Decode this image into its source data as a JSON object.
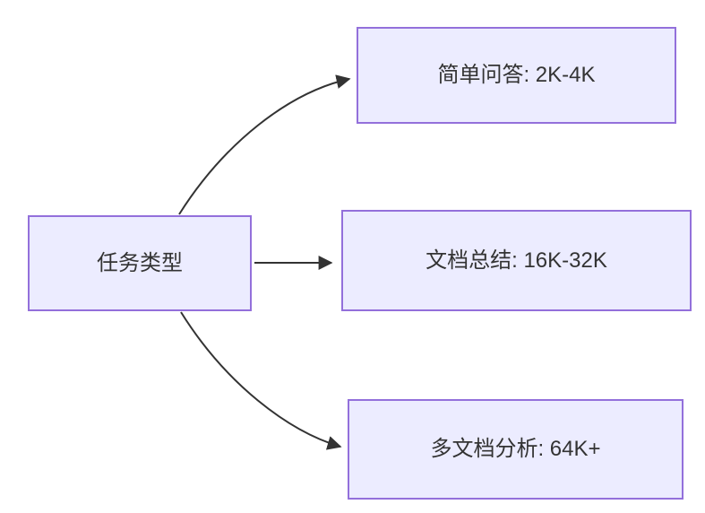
{
  "diagram": {
    "type": "flowchart",
    "direction": "left-to-right",
    "root": {
      "label": "任务类型"
    },
    "branches": [
      {
        "label": "简单问答: 2K-4K"
      },
      {
        "label": "文档总结: 16K-32K"
      },
      {
        "label": "多文档分析: 64K+"
      }
    ],
    "edges": [
      {
        "from": "任务类型",
        "to": "简单问答: 2K-4K"
      },
      {
        "from": "任务类型",
        "to": "文档总结: 16K-32K"
      },
      {
        "from": "任务类型",
        "to": "多文档分析: 64K+"
      }
    ],
    "colors": {
      "node_fill": "#ECECFF",
      "node_border": "#9370DB",
      "edge_stroke": "#333333",
      "text": "#333333",
      "background": "#ffffff"
    }
  }
}
